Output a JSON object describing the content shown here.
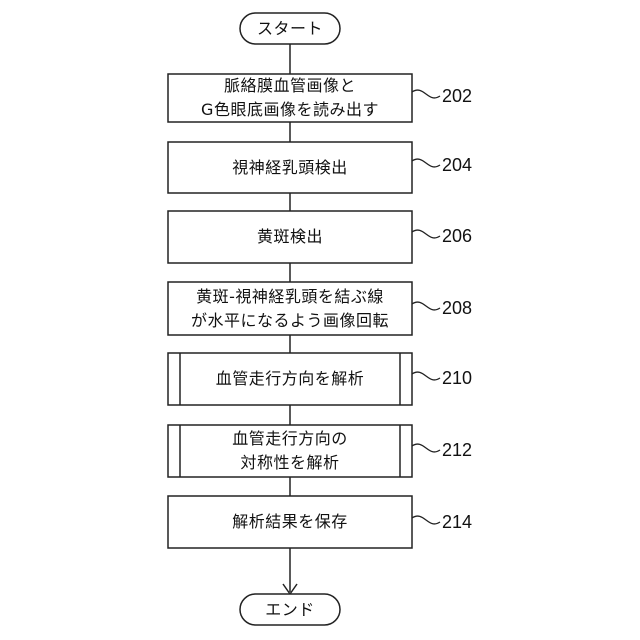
{
  "start": "スタート",
  "end": "エンド",
  "steps": [
    {
      "lines": [
        "脈絡膜血管画像と",
        "G色眼底画像を読み出す"
      ],
      "ref": "202"
    },
    {
      "lines": [
        "視神経乳頭検出"
      ],
      "ref": "204"
    },
    {
      "lines": [
        "黄斑検出"
      ],
      "ref": "206"
    },
    {
      "lines": [
        "黄斑-視神経乳頭を結ぶ線",
        "が水平になるよう画像回転"
      ],
      "ref": "208"
    },
    {
      "lines": [
        "血管走行方向を解析"
      ],
      "ref": "210"
    },
    {
      "lines": [
        "血管走行方向の",
        "対称性を解析"
      ],
      "ref": "212"
    },
    {
      "lines": [
        "解析結果を保存"
      ],
      "ref": "214"
    }
  ]
}
